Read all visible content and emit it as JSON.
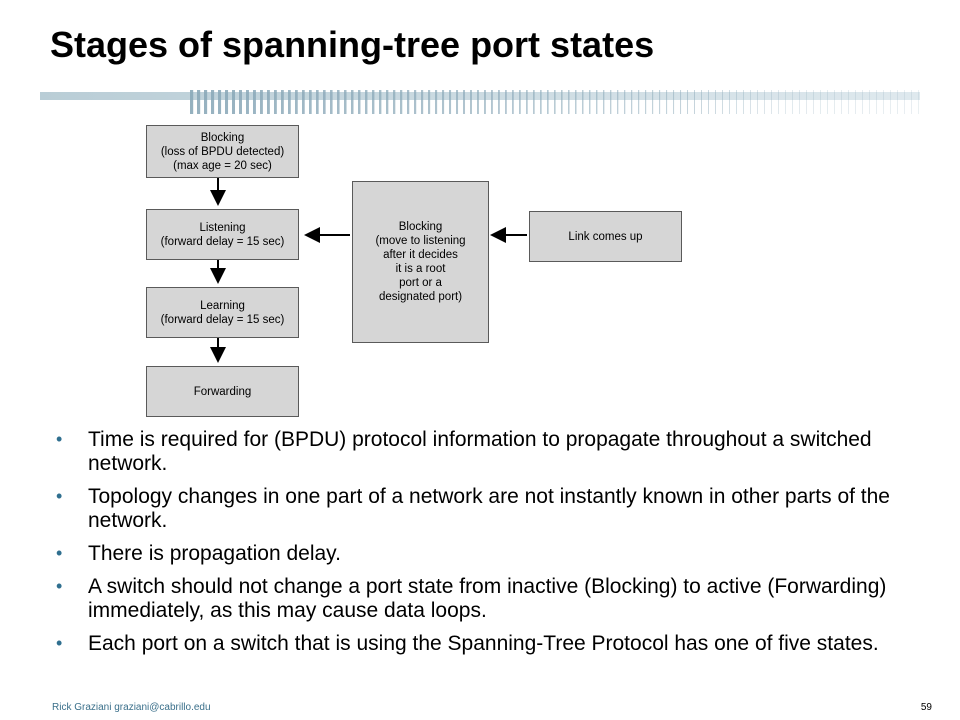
{
  "slide": {
    "title": "Stages of spanning-tree port states"
  },
  "diagram": {
    "boxes": {
      "blocking_initial": "Blocking\n(loss of BPDU detected)\n(max age = 20 sec)",
      "listening": "Listening\n(forward delay = 15 sec)",
      "learning": "Learning\n(forward delay = 15 sec)",
      "forwarding": "Forwarding",
      "blocking_decision": "Blocking\n(move to listening\nafter it decides\nit is a root\nport or a\ndesignated port)",
      "link_up": "Link comes up"
    },
    "colors": {
      "box_fill": "#d6d6d6",
      "box_border": "#5a5a5a",
      "arrow": "#000000"
    }
  },
  "bullets": [
    "Time is required for (BPDU) protocol information to propagate throughout a switched network.",
    "Topology changes in one part of a network are not instantly known in other parts of the network.",
    "There is propagation delay.",
    "A switch should not change a port state from inactive (Blocking) to active (Forwarding) immediately, as this may cause data loops.",
    "Each port on a switch that is using the Spanning-Tree Protocol has one of five states."
  ],
  "footer": {
    "author": "Rick Graziani  graziani@cabrillo.edu",
    "page_number": "59"
  }
}
